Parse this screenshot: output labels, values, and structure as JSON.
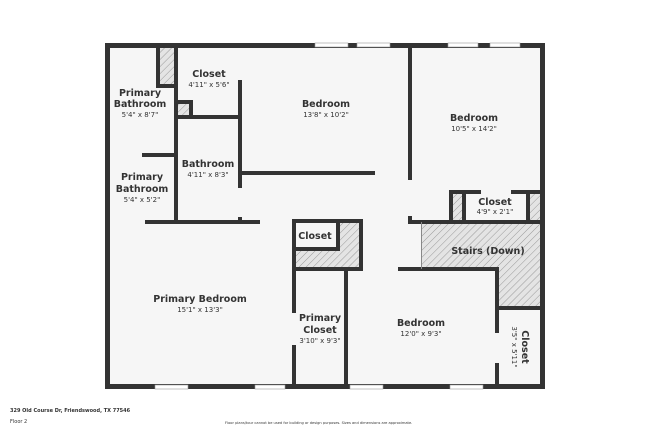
{
  "rooms": {
    "primary_bath_1": {
      "name1": "Primary",
      "name2": "Bathroom",
      "dim": "5'4\" x 8'7\""
    },
    "closet_1": {
      "name": "Closet",
      "dim": "4'11\" x 5'6\""
    },
    "bedroom_1": {
      "name": "Bedroom",
      "dim": "13'8\" x 10'2\""
    },
    "bedroom_2": {
      "name": "Bedroom",
      "dim": "10'5\" x 14'2\""
    },
    "primary_bath_2": {
      "name1": "Primary",
      "name2": "Bathroom",
      "dim": "5'4\" x 5'2\""
    },
    "bathroom": {
      "name": "Bathroom",
      "dim": "4'11\" x 8'3\""
    },
    "closet_2": {
      "name": "Closet",
      "dim": "4'9\" x 2'1\""
    },
    "closet_3": {
      "name": "Closet"
    },
    "stairs": {
      "name": "Stairs (Down)"
    },
    "primary_bedroom": {
      "name": "Primary Bedroom",
      "dim": "15'1\" x 13'3\""
    },
    "primary_closet": {
      "name1": "Primary",
      "name2": "Closet",
      "dim": "3'10\" x 9'3\""
    },
    "bedroom_3": {
      "name": "Bedroom",
      "dim": "12'0\" x 9'3\""
    },
    "closet_4": {
      "name": "Closet",
      "dim": "3'5\" x 5'11\""
    }
  },
  "footer": {
    "address": "329 Old Course Dr, Friendswood, TX 77546",
    "floor": "Floor 2",
    "disclaimer": "Floor plans/tour cannot be used for building or design purposes. Sizes and dimensions are approximate."
  }
}
